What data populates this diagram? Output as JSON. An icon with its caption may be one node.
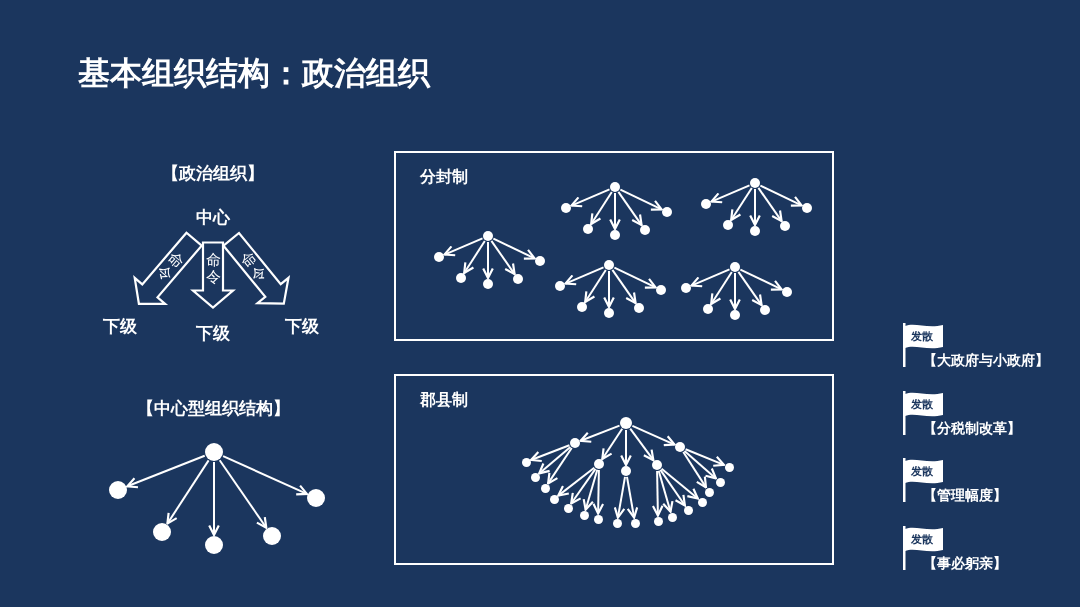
{
  "diagram": {
    "title": "基本组织结构：政治组织",
    "nodes": [
      {
        "text": [
          "中心"
        ]
      },
      {
        "text": [
          "下级"
        ]
      },
      {
        "text": [
          "下级"
        ]
      },
      {
        "text": [
          "下级"
        ]
      },
      {
        "text": [],
        "shape": "circle"
      },
      {
        "text": [],
        "shape": "circle"
      },
      {
        "text": [],
        "shape": "circle"
      },
      {
        "text": [],
        "shape": "circle"
      },
      {
        "text": [],
        "shape": "circle"
      },
      {
        "text": [],
        "shape": "circle"
      },
      {
        "text": [
          "分封制"
        ]
      },
      {
        "text": [],
        "shape": "circle",
        "in": 10
      },
      {
        "text": [],
        "shape": "circle",
        "in": 10
      },
      {
        "text": [],
        "shape": "circle",
        "in": 10
      },
      {
        "text": [],
        "shape": "circle",
        "in": 10
      },
      {
        "text": [],
        "shape": "circle",
        "in": 10
      },
      {
        "text": [],
        "shape": "circle",
        "in": 10
      },
      {
        "text": [],
        "shape": "circle",
        "in": 10
      },
      {
        "text": [],
        "shape": "circle",
        "in": 10
      },
      {
        "text": [],
        "shape": "circle",
        "in": 10
      },
      {
        "text": [],
        "shape": "circle",
        "in": 10
      },
      {
        "text": [],
        "shape": "circle",
        "in": 10
      },
      {
        "text": [],
        "shape": "circle",
        "in": 10
      },
      {
        "text": [],
        "shape": "circle",
        "in": 10
      },
      {
        "text": [],
        "shape": "circle",
        "in": 10
      },
      {
        "text": [],
        "shape": "circle",
        "in": 10
      },
      {
        "text": [],
        "shape": "circle",
        "in": 10
      },
      {
        "text": [],
        "shape": "circle",
        "in": 10
      },
      {
        "text": [],
        "shape": "circle",
        "in": 10
      },
      {
        "text": [],
        "shape": "circle",
        "in": 10
      },
      {
        "text": [],
        "shape": "circle",
        "in": 10
      },
      {
        "text": [],
        "shape": "circle",
        "in": 10
      },
      {
        "text": [],
        "shape": "circle",
        "in": 10
      },
      {
        "text": [],
        "shape": "circle",
        "in": 10
      },
      {
        "text": [],
        "shape": "circle",
        "in": 10
      },
      {
        "text": [],
        "shape": "circle",
        "in": 10
      },
      {
        "text": [],
        "shape": "circle",
        "in": 10
      },
      {
        "text": [],
        "shape": "circle",
        "in": 10
      },
      {
        "text": [],
        "shape": "circle",
        "in": 10
      },
      {
        "text": [],
        "shape": "circle",
        "in": 10
      },
      {
        "text": [],
        "shape": "circle",
        "in": 10
      },
      {
        "text": [
          "郡县制"
        ]
      },
      {
        "text": [],
        "shape": "circle",
        "in": 41
      },
      {
        "text": [],
        "shape": "circle",
        "in": 41
      },
      {
        "text": [],
        "shape": "circle",
        "in": 41
      },
      {
        "text": [],
        "shape": "circle",
        "in": 41
      },
      {
        "text": [],
        "shape": "circle",
        "in": 41
      },
      {
        "text": [],
        "shape": "circle",
        "in": 41
      },
      {
        "text": [],
        "shape": "circle",
        "in": 41
      },
      {
        "text": [],
        "shape": "circle",
        "in": 41
      },
      {
        "text": [],
        "shape": "circle",
        "in": 41
      },
      {
        "text": [],
        "shape": "circle",
        "in": 41
      },
      {
        "text": [],
        "shape": "circle",
        "in": 41
      },
      {
        "text": [],
        "shape": "circle",
        "in": 41
      },
      {
        "text": [],
        "shape": "circle",
        "in": 41
      },
      {
        "text": [],
        "shape": "circle",
        "in": 41
      },
      {
        "text": [],
        "shape": "circle",
        "in": 41
      },
      {
        "text": [],
        "shape": "circle",
        "in": 41
      },
      {
        "text": [],
        "shape": "circle",
        "in": 41
      },
      {
        "text": [],
        "shape": "circle",
        "in": 41
      },
      {
        "text": [],
        "shape": "circle",
        "in": 41
      },
      {
        "text": [],
        "shape": "circle",
        "in": 41
      },
      {
        "text": [],
        "shape": "circle",
        "in": 41
      },
      {
        "text": [],
        "shape": "circle",
        "in": 41
      },
      {
        "text": [
          "发散"
        ],
        "beside": [
          "【大政府与小政府】"
        ]
      },
      {
        "text": [
          "发散"
        ],
        "beside": [
          "【分税制改革】"
        ]
      },
      {
        "text": [
          "发散"
        ],
        "beside": [
          "【管理幅度】"
        ]
      },
      {
        "text": [
          "发散"
        ],
        "beside": [
          "【事必躬亲】"
        ]
      }
    ],
    "edges": [
      {
        "from": 0,
        "to": 1,
        "arrow": "to",
        "label": "命令",
        "style": "thick"
      },
      {
        "from": 0,
        "to": 2,
        "arrow": "to",
        "label": "命令",
        "style": "thick"
      },
      {
        "from": 0,
        "to": 3,
        "arrow": "to",
        "label": "命令",
        "style": "thick"
      },
      {
        "from": 4,
        "to": 5,
        "arrow": "to"
      },
      {
        "from": 4,
        "to": 6,
        "arrow": "to"
      },
      {
        "from": 4,
        "to": 7,
        "arrow": "to"
      },
      {
        "from": 4,
        "to": 8,
        "arrow": "to"
      },
      {
        "from": 4,
        "to": 9,
        "arrow": "to"
      },
      {
        "from": 11,
        "to": 12,
        "arrow": "to"
      },
      {
        "from": 11,
        "to": 13,
        "arrow": "to"
      },
      {
        "from": 11,
        "to": 14,
        "arrow": "to"
      },
      {
        "from": 11,
        "to": 15,
        "arrow": "to"
      },
      {
        "from": 11,
        "to": 16,
        "arrow": "to"
      },
      {
        "from": 17,
        "to": 18,
        "arrow": "to"
      },
      {
        "from": 17,
        "to": 19,
        "arrow": "to"
      },
      {
        "from": 17,
        "to": 20,
        "arrow": "to"
      },
      {
        "from": 17,
        "to": 21,
        "arrow": "to"
      },
      {
        "from": 17,
        "to": 22,
        "arrow": "to"
      },
      {
        "from": 23,
        "to": 24,
        "arrow": "to"
      },
      {
        "from": 23,
        "to": 25,
        "arrow": "to"
      },
      {
        "from": 23,
        "to": 26,
        "arrow": "to"
      },
      {
        "from": 23,
        "to": 27,
        "arrow": "to"
      },
      {
        "from": 23,
        "to": 28,
        "arrow": "to"
      },
      {
        "from": 29,
        "to": 30,
        "arrow": "to"
      },
      {
        "from": 29,
        "to": 31,
        "arrow": "to"
      },
      {
        "from": 29,
        "to": 32,
        "arrow": "to"
      },
      {
        "from": 29,
        "to": 33,
        "arrow": "to"
      },
      {
        "from": 29,
        "to": 34,
        "arrow": "to"
      },
      {
        "from": 35,
        "to": 36,
        "arrow": "to"
      },
      {
        "from": 35,
        "to": 37,
        "arrow": "to"
      },
      {
        "from": 35,
        "to": 38,
        "arrow": "to"
      },
      {
        "from": 35,
        "to": 39,
        "arrow": "to"
      },
      {
        "from": 35,
        "to": 40,
        "arrow": "to"
      },
      {
        "from": 42,
        "to": 43,
        "arrow": "to"
      },
      {
        "from": 42,
        "to": 44,
        "arrow": "to"
      },
      {
        "from": 42,
        "to": 45,
        "arrow": "to"
      },
      {
        "from": 42,
        "to": 46,
        "arrow": "to"
      },
      {
        "from": 42,
        "to": 47,
        "arrow": "to"
      },
      {
        "from": 43,
        "to": 48,
        "arrow": "to"
      },
      {
        "from": 43,
        "to": 49,
        "arrow": "to"
      },
      {
        "from": 43,
        "to": 50,
        "arrow": "to"
      },
      {
        "from": 44,
        "to": 51,
        "arrow": "to"
      },
      {
        "from": 44,
        "to": 52,
        "arrow": "to"
      },
      {
        "from": 44,
        "to": 53,
        "arrow": "to"
      },
      {
        "from": 44,
        "to": 54,
        "arrow": "to"
      },
      {
        "from": 45,
        "to": 55,
        "arrow": "to"
      },
      {
        "from": 45,
        "to": 56,
        "arrow": "to"
      },
      {
        "from": 46,
        "to": 57,
        "arrow": "to"
      },
      {
        "from": 46,
        "to": 58,
        "arrow": "to"
      },
      {
        "from": 46,
        "to": 59,
        "arrow": "to"
      },
      {
        "from": 46,
        "to": 60,
        "arrow": "to"
      },
      {
        "from": 47,
        "to": 61,
        "arrow": "to"
      },
      {
        "from": 47,
        "to": 62,
        "arrow": "to"
      },
      {
        "from": 47,
        "to": 63,
        "arrow": "to"
      }
    ],
    "labels": [
      "【政治组织】",
      "【中心型组织结构】"
    ]
  }
}
